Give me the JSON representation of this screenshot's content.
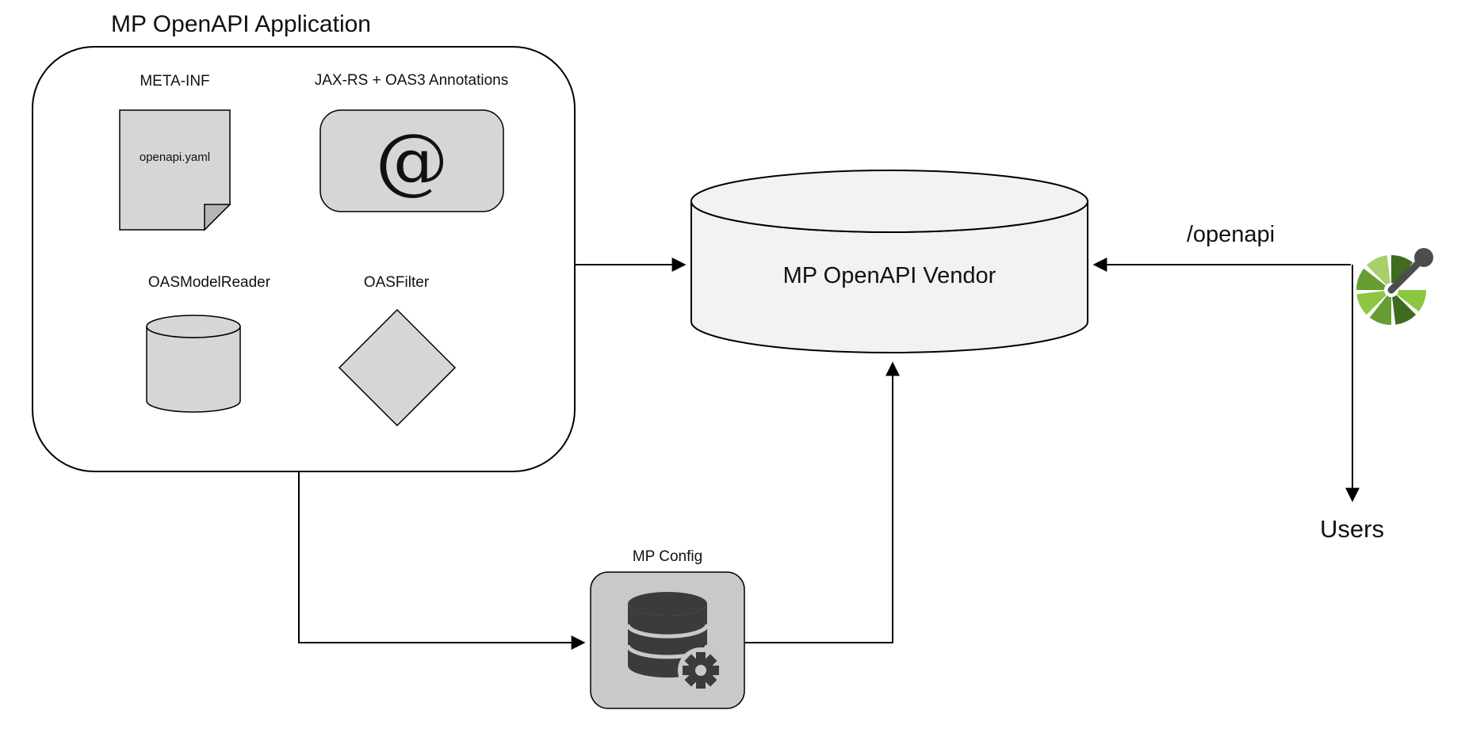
{
  "diagram": {
    "title": "MP OpenAPI Application",
    "app": {
      "meta_inf": "META-INF",
      "yaml_file": "openapi.yaml",
      "annotations": "JAX-RS + OAS3 Annotations",
      "at_symbol": "@",
      "model_reader": "OASModelReader",
      "filter": "OASFilter"
    },
    "vendor": "MP OpenAPI Vendor",
    "config": "MP Config",
    "endpoint": "/openapi",
    "users": "Users",
    "colors": {
      "shape_fill": "#d6d6d6",
      "shape_fill_dark": "#b5b5b5",
      "vendor_fill": "#f2f2f2",
      "config_fill": "#c9c9c9",
      "icon_dark": "#3b3b3b",
      "logo_green_dark": "#3f6b1f",
      "logo_green_mid": "#699c35",
      "logo_green_light": "#8dc63f",
      "logo_green_pale": "#a8cf6a",
      "logo_arm": "#4d4d4d"
    }
  }
}
